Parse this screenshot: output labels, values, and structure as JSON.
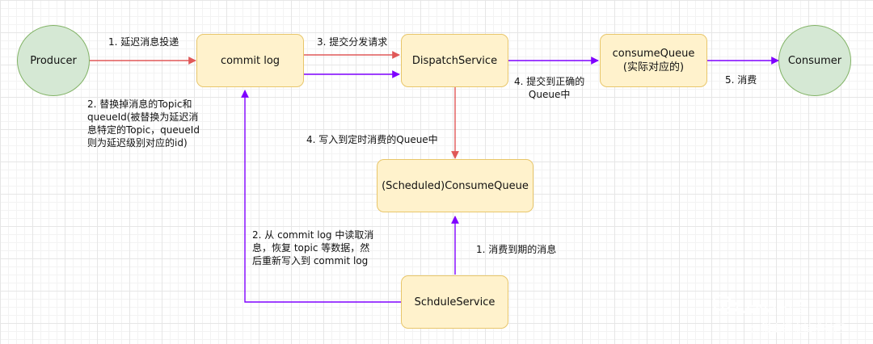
{
  "nodes": {
    "producer": "Producer",
    "commit_log": "commit log",
    "dispatch_service": "DispatchService",
    "consume_queue": "consumeQueue\n(实际对应的)",
    "consumer": "Consumer",
    "scheduled_consume_queue": "(Scheduled)ConsumeQueue",
    "schedule_service": "SchduleService"
  },
  "labels": {
    "step_delay_send": "1. 延迟消息投递",
    "step_dispatch_request": "3. 提交分发请求",
    "step_replace_topic": "2. 替换掉消息的Topic和\nqueueId(被替换为延迟消\n息特定的Topic，queueId\n则为延迟级别对应的id)",
    "step_submit_correct_queue": "4. 提交到正确的\nQueue中",
    "step_consume": "5. 消费",
    "step_write_scheduled_queue": "4. 写入到定时消费的Queue中",
    "step_read_commit_log": "2. 从 commit log 中读取消\n息，恢复 topic 等数据，然\n后重新写入到 commit log",
    "step_consume_expired": "1. 消费到期的消息"
  },
  "watermark": {
    "brand": "Java知音",
    "community": "@稀土掘金技术社区"
  },
  "colors": {
    "red_edge": "#e05858",
    "purple_edge": "#7f00ff",
    "box_fill": "#fff2cc",
    "box_stroke": "#e8c66a",
    "circle_fill": "#d5e8d4",
    "circle_stroke": "#82b366"
  }
}
